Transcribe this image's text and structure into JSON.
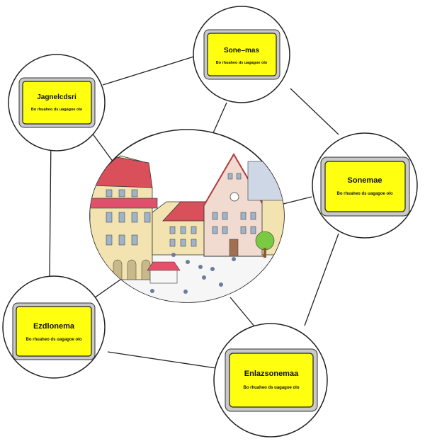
{
  "diagram": {
    "colors": {
      "sign_yellow": "#ffff10",
      "sign_frame": "#c9c9c9",
      "line": "#222222",
      "roof": "#d9505b",
      "facade": "#f3e3b0"
    },
    "center": {
      "icon": "town-square-illustration",
      "description_visible": ""
    },
    "signs": [
      {
        "id": "top",
        "title": "Sone–mas",
        "subtitle": "Bo rhuaheo ds uagagoe olo"
      },
      {
        "id": "upper-left",
        "title": "Jagnelcdsri",
        "subtitle": "Bo rhuaheo ds uagagoe olo"
      },
      {
        "id": "right",
        "title": "Sonemae",
        "subtitle": "Bo rhuaheo ds uagagoe olo"
      },
      {
        "id": "lower-left",
        "title": "Ezdlonema",
        "subtitle": "Bo rhuaheo ds uagagoe olo"
      },
      {
        "id": "bottom-right",
        "title": "Enlazsonemaa",
        "subtitle": "Bo rhuaheo ds uagagoe olo"
      }
    ]
  }
}
